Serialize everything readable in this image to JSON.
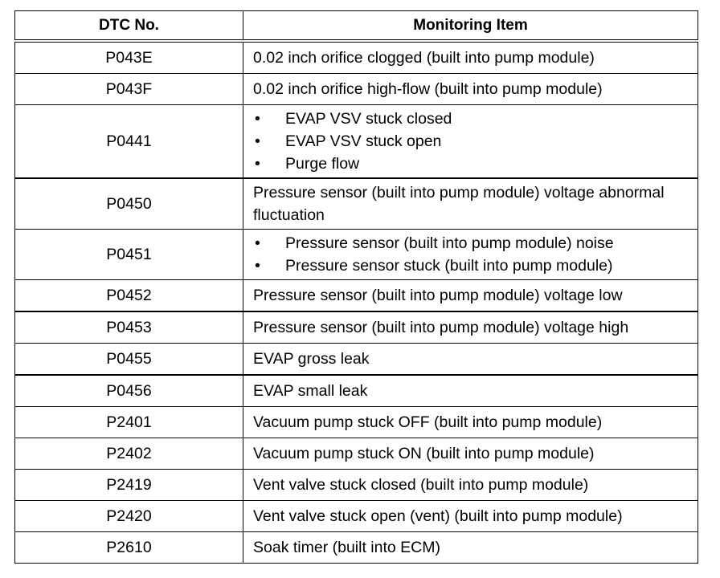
{
  "table": {
    "headers": [
      "DTC No.",
      "Monitoring Item"
    ],
    "bullet_glyph": "•",
    "rows": [
      {
        "code": "P043E",
        "item": "0.02 inch orifice clogged (built into pump module)"
      },
      {
        "code": "P043F",
        "item": "0.02 inch orifice high-flow (built into pump module)"
      },
      {
        "code": "P0441",
        "items": [
          "EVAP VSV stuck closed",
          "EVAP VSV stuck open",
          "Purge flow"
        ]
      },
      {
        "code": "P0450",
        "item": "Pressure sensor (built into pump module) voltage abnormal fluctuation"
      },
      {
        "code": "P0451",
        "items": [
          "Pressure sensor (built into pump module) noise",
          "Pressure sensor stuck (built into pump module)"
        ]
      },
      {
        "code": "P0452",
        "item": "Pressure sensor (built into pump module) voltage low"
      },
      {
        "code": "P0453",
        "item": "Pressure sensor (built into pump module) voltage high"
      },
      {
        "code": "P0455",
        "item": "EVAP gross leak"
      },
      {
        "code": "P0456",
        "item": "EVAP small leak"
      },
      {
        "code": "P2401",
        "item": "Vacuum pump stuck OFF (built into pump module)"
      },
      {
        "code": "P2402",
        "item": "Vacuum pump stuck ON (built into pump module)"
      },
      {
        "code": "P2419",
        "item": "Vent valve stuck closed (built into pump module)"
      },
      {
        "code": "P2420",
        "item": "Vent valve stuck open (vent) (built into pump module)"
      },
      {
        "code": "P2610",
        "item": "Soak timer (built into ECM)"
      }
    ]
  }
}
